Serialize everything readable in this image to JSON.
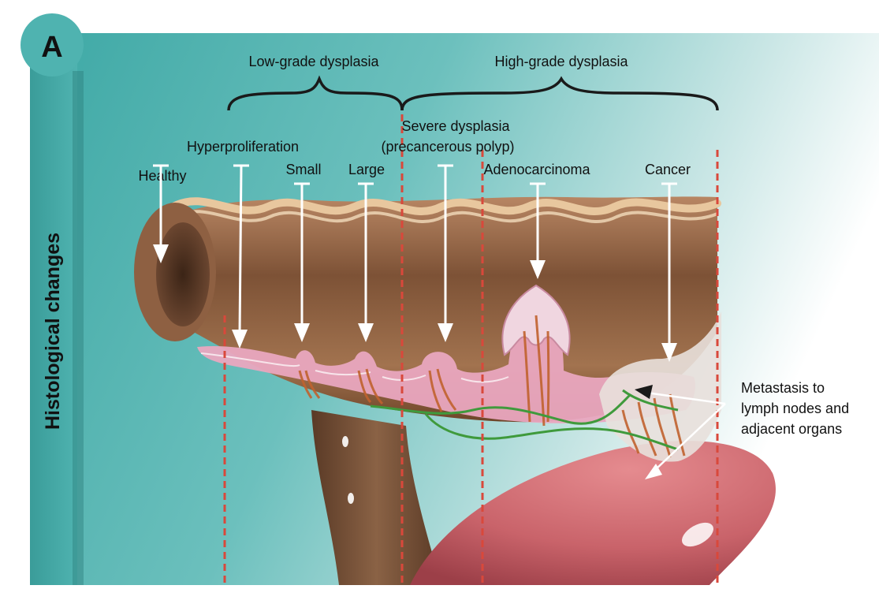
{
  "panel": {
    "label": "A",
    "side_title": "Histological changes"
  },
  "groups": {
    "low_grade": "Low-grade dysplasia",
    "high_grade": "High-grade dysplasia"
  },
  "stages": {
    "healthy": "Healthy",
    "hyperproliferation": "Hyperproliferation",
    "small": "Small",
    "large": "Large",
    "severe_line1": "Severe dysplasia",
    "severe_line2": "(precancerous polyp)",
    "adenocarcinoma": "Adenocarcinoma",
    "cancer": "Cancer"
  },
  "metastasis": {
    "line1": "Metastasis to",
    "line2": "lymph nodes and",
    "line3": "adjacent organs"
  },
  "colors": {
    "teal": "#4fb3b0",
    "teal_dark": "#3a9c99",
    "guide_red": "#d9483b",
    "tissue": "#8a5a3a",
    "mucosa": "#e9a6bf",
    "vessel": "#c0622e",
    "lymph": "#3f9a3c",
    "organ": "#c9636a"
  }
}
